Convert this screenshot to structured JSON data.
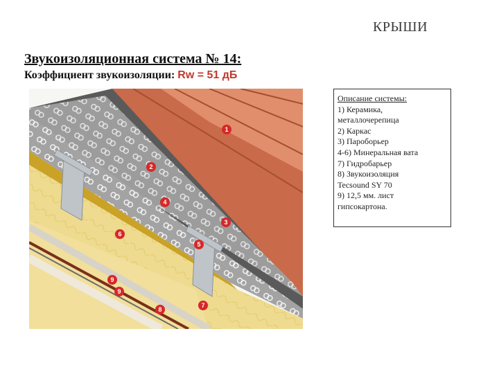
{
  "header": {
    "section": "КРЫШИ"
  },
  "title": "Звукоизоляционная система № 14:",
  "subtitle": {
    "label": "Коэффициент звукоизоляции:",
    "value": "Rw = 51 дБ"
  },
  "description": {
    "heading": "Описание системы:",
    "lines": [
      "1) Керамика,",
      "металлочерепица",
      "2) Каркас",
      "3) Пароборьер",
      "4-6) Минеральная вата",
      "7) Гидробарьер",
      "8) Звукоизоляция",
      "Tecsound SY 70",
      "9) 12,5 мм. лист",
      "гипсокартона."
    ]
  },
  "diagram": {
    "labels": [
      "1",
      "2",
      "3",
      "4",
      "5",
      "6",
      "7",
      "8",
      "9",
      "9"
    ],
    "colors": {
      "tile": "#c96a4a",
      "wool": "#eedb8f",
      "foil": "#c9a227",
      "gypsum": "#f4f1ec",
      "badge": "#d62828"
    }
  }
}
